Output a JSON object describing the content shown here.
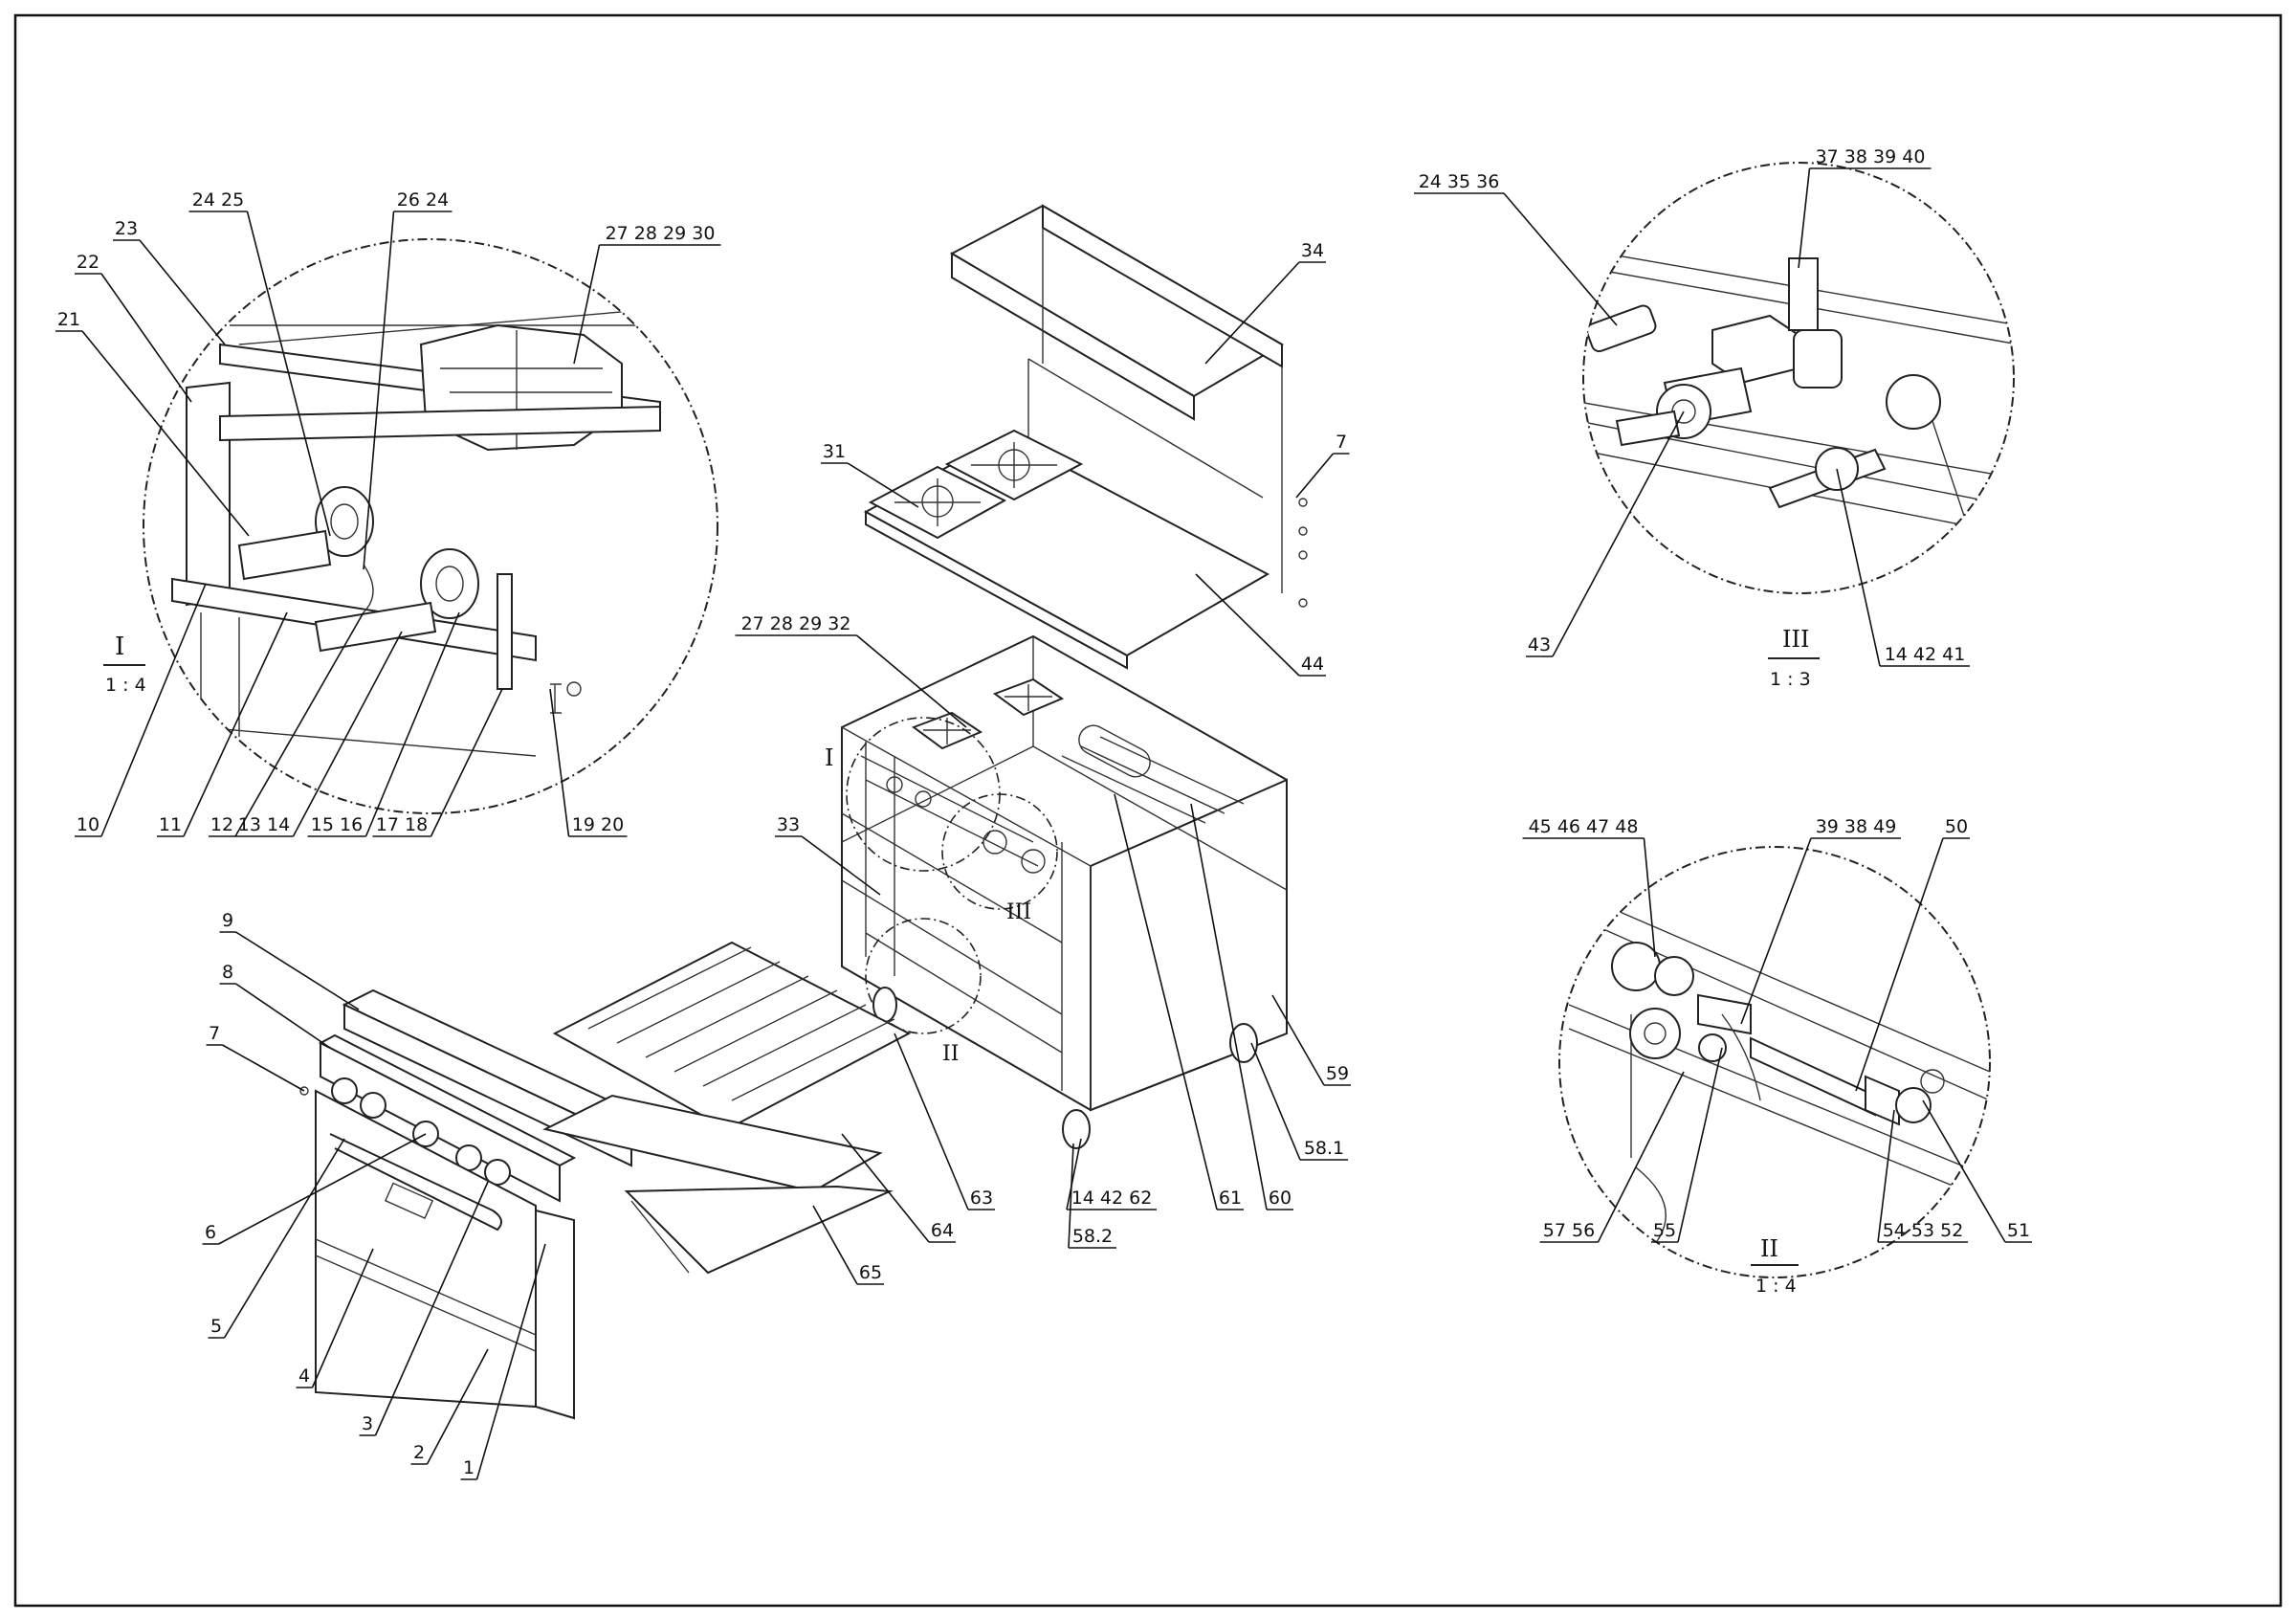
{
  "details": [
    {
      "id": "I",
      "scale": "1 : 4"
    },
    {
      "id": "II",
      "scale": "1 : 4"
    },
    {
      "id": "III",
      "scale": "1 : 3"
    }
  ],
  "detail_marks": [
    "I",
    "II",
    "III",
    "II"
  ],
  "callouts": [
    "24 25",
    "26 24",
    "23",
    "22",
    "21",
    "27 28 29 30",
    "10",
    "11",
    "12",
    "13 14",
    "15 16",
    "17 18",
    "19 20",
    "34",
    "7",
    "31",
    "44",
    "27 28 29 32",
    "33",
    "59",
    "58.1",
    "60",
    "61",
    "14 42 62",
    "58.2",
    "9",
    "8",
    "7",
    "6",
    "5",
    "4",
    "3",
    "2",
    "1",
    "63",
    "64",
    "65",
    "24 35 36",
    "37 38 39 40",
    "43",
    "14 42 41",
    "45 46 47 48",
    "39 38 49",
    "50",
    "57 56",
    "55",
    "54 53 52",
    "51"
  ]
}
